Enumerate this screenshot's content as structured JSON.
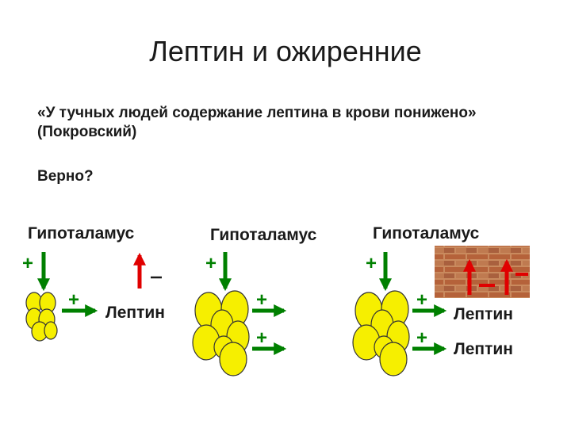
{
  "slide": {
    "title": "Лептин и ожиренние",
    "quote": "«У тучных людей содержание лептина в крови понижено» (Покровский)",
    "question": "Верно?"
  },
  "panels": [
    {
      "label": "Гипоталамус",
      "leptin": [
        "Лептин"
      ],
      "signs": [
        "+",
        "–",
        "+"
      ]
    },
    {
      "label": "Гипоталамус",
      "leptin": [],
      "signs": [
        "+",
        "+",
        "+"
      ]
    },
    {
      "label": "Гипоталамус",
      "leptin": [
        "Лептин",
        "Лептин"
      ],
      "signs": [
        "+",
        "–",
        "–",
        "+",
        "+"
      ]
    }
  ],
  "colors": {
    "stimulation": "#008000",
    "inhibition": "#e00000",
    "adipocyte": "#f6ef00",
    "brick": "#b5623a"
  }
}
